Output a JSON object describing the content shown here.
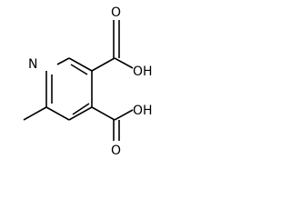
{
  "molecule": {
    "atoms": [
      {
        "id": "n1",
        "element": "N",
        "label": "N"
      },
      {
        "id": "c2",
        "element": "C",
        "label": ""
      },
      {
        "id": "c3",
        "element": "C",
        "label": ""
      },
      {
        "id": "c4",
        "element": "C",
        "label": ""
      },
      {
        "id": "c5",
        "element": "C",
        "label": ""
      },
      {
        "id": "c6",
        "element": "C",
        "label": ""
      },
      {
        "id": "me",
        "element": "C",
        "label": ""
      },
      {
        "id": "ca1",
        "element": "C",
        "label": ""
      },
      {
        "id": "o1a",
        "element": "O",
        "label": "O"
      },
      {
        "id": "o1b",
        "element": "O",
        "label": "OH"
      },
      {
        "id": "ca2",
        "element": "C",
        "label": ""
      },
      {
        "id": "o2a",
        "element": "O",
        "label": "O"
      },
      {
        "id": "o2b",
        "element": "O",
        "label": "OH"
      }
    ],
    "labels": {
      "ring_nitrogen": "N",
      "acid1_carbonyl_oxygen": "O",
      "acid1_hydroxyl": "OH",
      "acid2_carbonyl_oxygen": "O",
      "acid2_hydroxyl": "OH"
    },
    "colors": {
      "bond": "#000000",
      "text": "#000000",
      "background": "#ffffff"
    }
  }
}
